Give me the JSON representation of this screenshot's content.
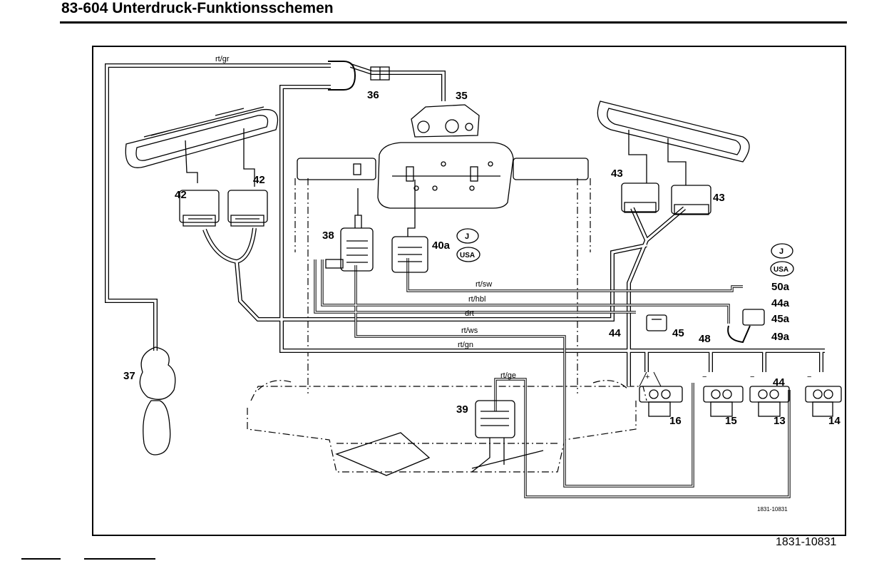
{
  "page": {
    "title": "83-604 Unterdruck-Funktionsschemen",
    "figure_number": "1831-10831"
  },
  "diagram": {
    "inner_ref": "1831-10831",
    "region_badges": [
      "J",
      "USA"
    ],
    "wire_labels": {
      "rt_gr": "rt/gr",
      "rt_sw": "rt/sw",
      "rt_hbl": "rt/hbl",
      "drt": "drt",
      "rt_ws": "rt/ws",
      "rt_gn": "rt/gn",
      "rt_ge": "rt/ge"
    },
    "component_labels": {
      "c36": "36",
      "c35": "35",
      "c42a": "42",
      "c42b": "42",
      "c43a": "43",
      "c43b": "43",
      "c38": "38",
      "c40a": "40a",
      "c37": "37",
      "c39": "39",
      "c44": "44",
      "c45": "45",
      "c48": "48",
      "c50a": "50a",
      "c44a": "44a",
      "c45a": "45a",
      "c49a": "49a",
      "c44b": "44",
      "c16": "16",
      "c15": "15",
      "c13": "13",
      "c14": "14"
    },
    "valve_signs": [
      "+",
      "−",
      "−",
      "−"
    ]
  }
}
